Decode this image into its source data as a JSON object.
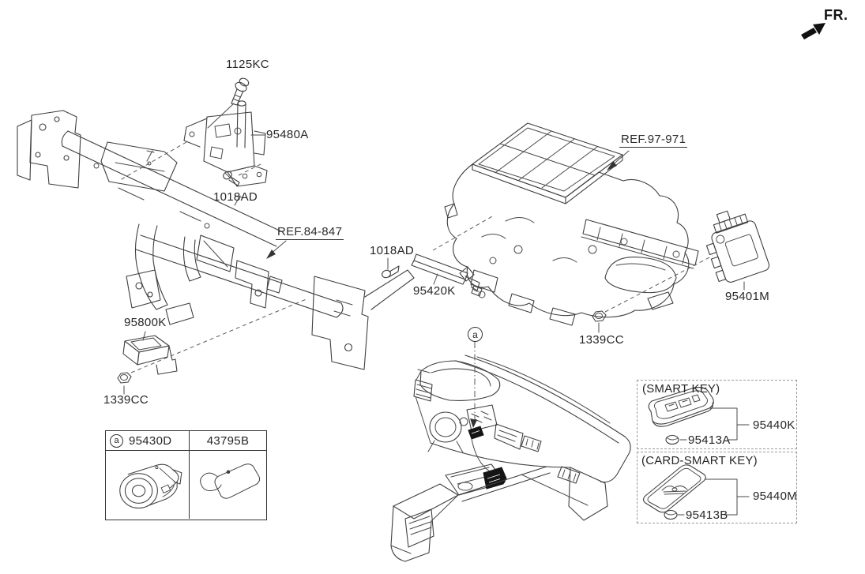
{
  "orientation": {
    "label": "FR."
  },
  "callout_marker": "a",
  "labels": {
    "bolt": "1125KC",
    "bracket": "95480A",
    "bracket_screw": "1018AD",
    "crossmember_ref": "REF.84-847",
    "module_95800k": "95800K",
    "crossmember_nut": "1339CC",
    "antenna_screw": "1018AD",
    "antenna": "95420K",
    "hvac_ref": "REF.97-971",
    "hvac_nut": "1339CC",
    "control_module": "95401M"
  },
  "table": {
    "marker": "a",
    "left_part": "95430D",
    "right_part": "43795B"
  },
  "smart_key": {
    "smart_title": "(SMART KEY)",
    "smart_battery": "95413A",
    "smart_fob": "95440K",
    "card_title": "(CARD-SMART KEY)",
    "card_battery": "95413B",
    "card_key": "95440M"
  }
}
